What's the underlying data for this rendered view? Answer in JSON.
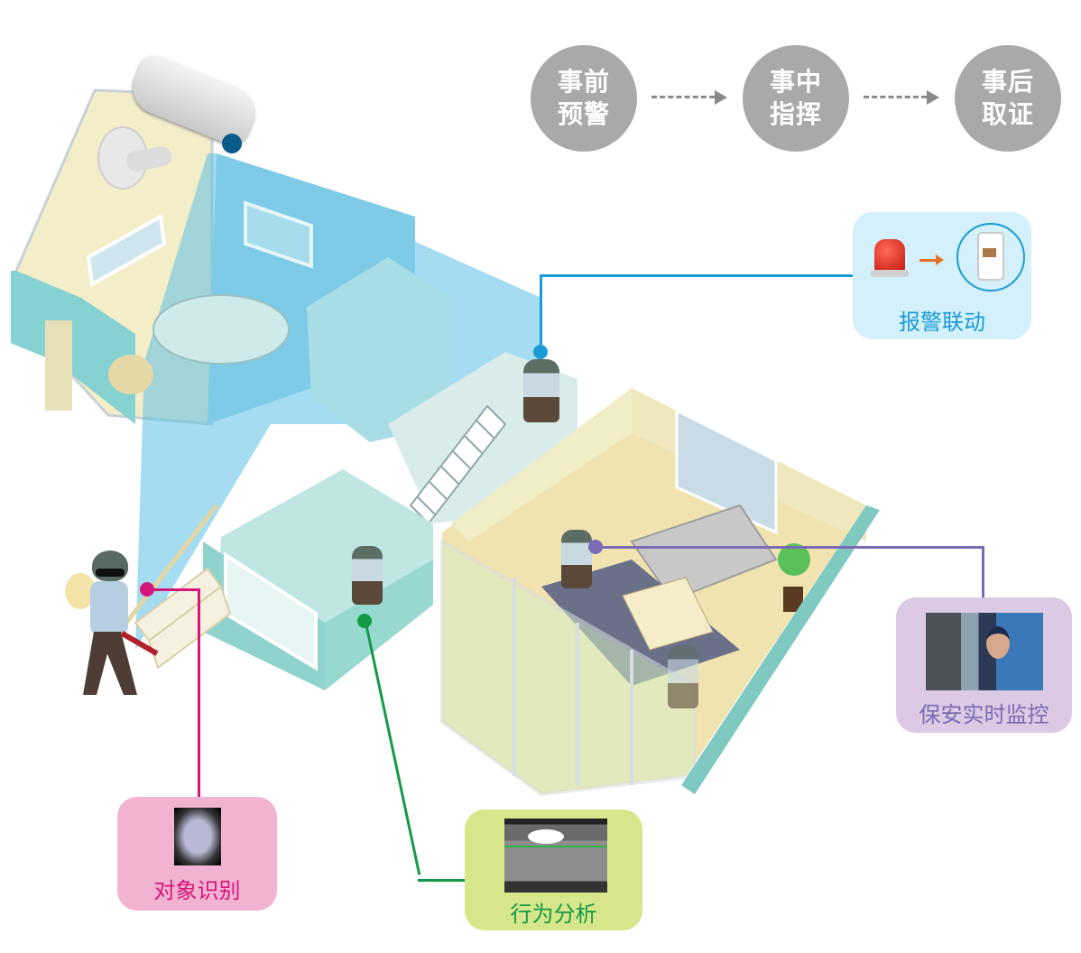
{
  "process_flow": {
    "steps": [
      {
        "line1": "事前",
        "line2": "预警"
      },
      {
        "line1": "事中",
        "line2": "指挥"
      },
      {
        "line1": "事后",
        "line2": "取证"
      }
    ],
    "color": "#a9a9a9"
  },
  "callouts": {
    "alarm_linkage": {
      "label": "报警联动",
      "color": "#1a9ad6",
      "bg": "#d4f1fb",
      "icons": [
        "alarm-siren-icon",
        "arrow-right-icon",
        "smartphone-icon"
      ]
    },
    "security_monitoring": {
      "label": "保安实时监控",
      "color": "#7b6bb5",
      "bg": "#dcc9e4",
      "image": "security-guard-photo"
    },
    "object_recognition": {
      "label": "对象识别",
      "color": "#d6157a",
      "bg": "#f2b3d3",
      "image": "face-recognition-photo"
    },
    "behavior_analysis": {
      "label": "行为分析",
      "color": "#149a47",
      "bg": "#d7e68a",
      "image": "thermal-camera-frame"
    }
  },
  "illustration": {
    "camera": "surveillance-camera",
    "house": "isometric-house-cutaway",
    "intruders": 5
  }
}
